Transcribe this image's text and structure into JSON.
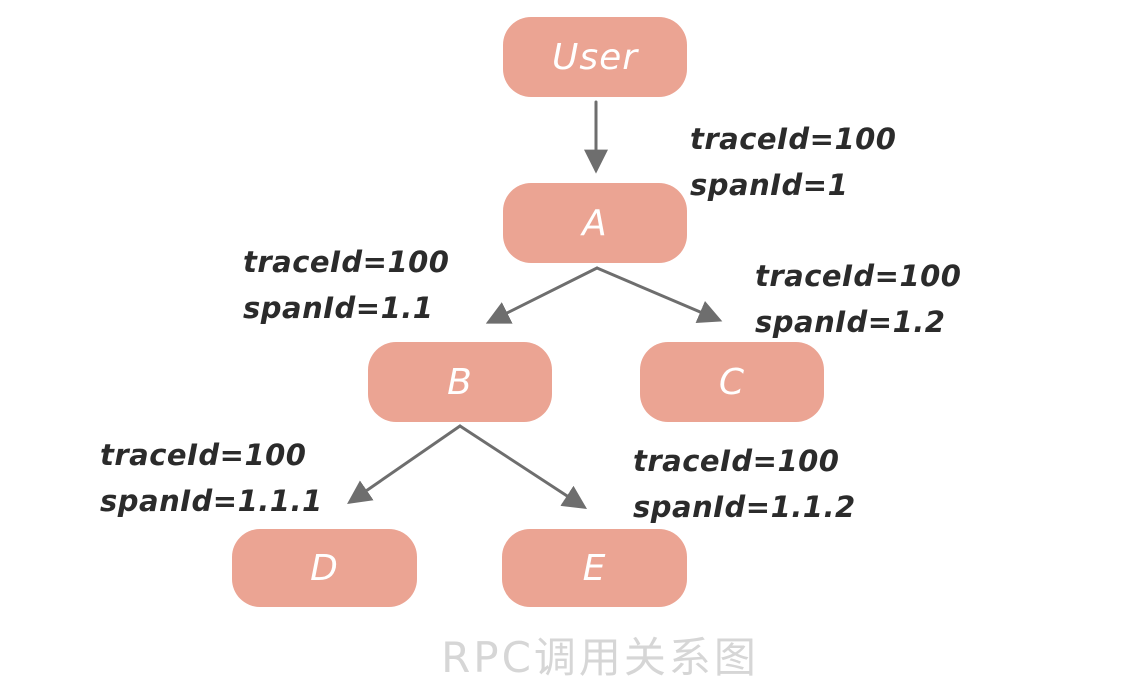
{
  "diagram": {
    "caption": "RPC调用关系图",
    "colors": {
      "node_fill": "#EBA493",
      "node_text": "#FFFFFF",
      "edge_stroke": "#6E6E6E",
      "label_text": "#2B2B2B",
      "caption_text": "#D6D6D6",
      "background": "#FFFFFF"
    },
    "nodes": [
      {
        "id": "user",
        "label": "User"
      },
      {
        "id": "a",
        "label": "A"
      },
      {
        "id": "b",
        "label": "B"
      },
      {
        "id": "c",
        "label": "C"
      },
      {
        "id": "d",
        "label": "D"
      },
      {
        "id": "e",
        "label": "E"
      }
    ],
    "edges": [
      {
        "from": "User",
        "to": "A",
        "trace": "traceId=100",
        "span": "spanId=1"
      },
      {
        "from": "A",
        "to": "B",
        "trace": "traceId=100",
        "span": "spanId=1.1"
      },
      {
        "from": "A",
        "to": "C",
        "trace": "traceId=100",
        "span": "spanId=1.2"
      },
      {
        "from": "B",
        "to": "D",
        "trace": "traceId=100",
        "span": "spanId=1.1.1"
      },
      {
        "from": "B",
        "to": "E",
        "trace": "traceId=100",
        "span": "spanId=1.1.2"
      }
    ]
  }
}
